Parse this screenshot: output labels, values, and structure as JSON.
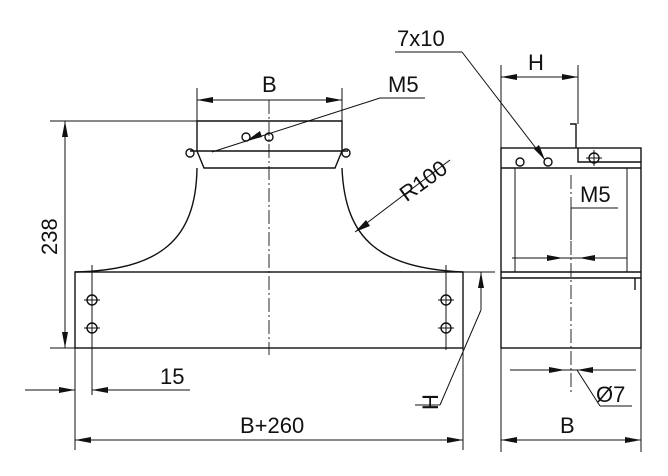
{
  "drawing": {
    "front_view": {
      "dim_width_top": "B",
      "dim_thread": "M5",
      "dim_radius": "R100",
      "dim_height": "238",
      "dim_edge_offset": "15",
      "dim_total_width": "B+260",
      "dim_flange": "H"
    },
    "side_view": {
      "dim_slot": "7x10",
      "dim_top_width": "H",
      "dim_thread": "M5",
      "dim_hole": "Ø7",
      "dim_width": "B"
    }
  }
}
